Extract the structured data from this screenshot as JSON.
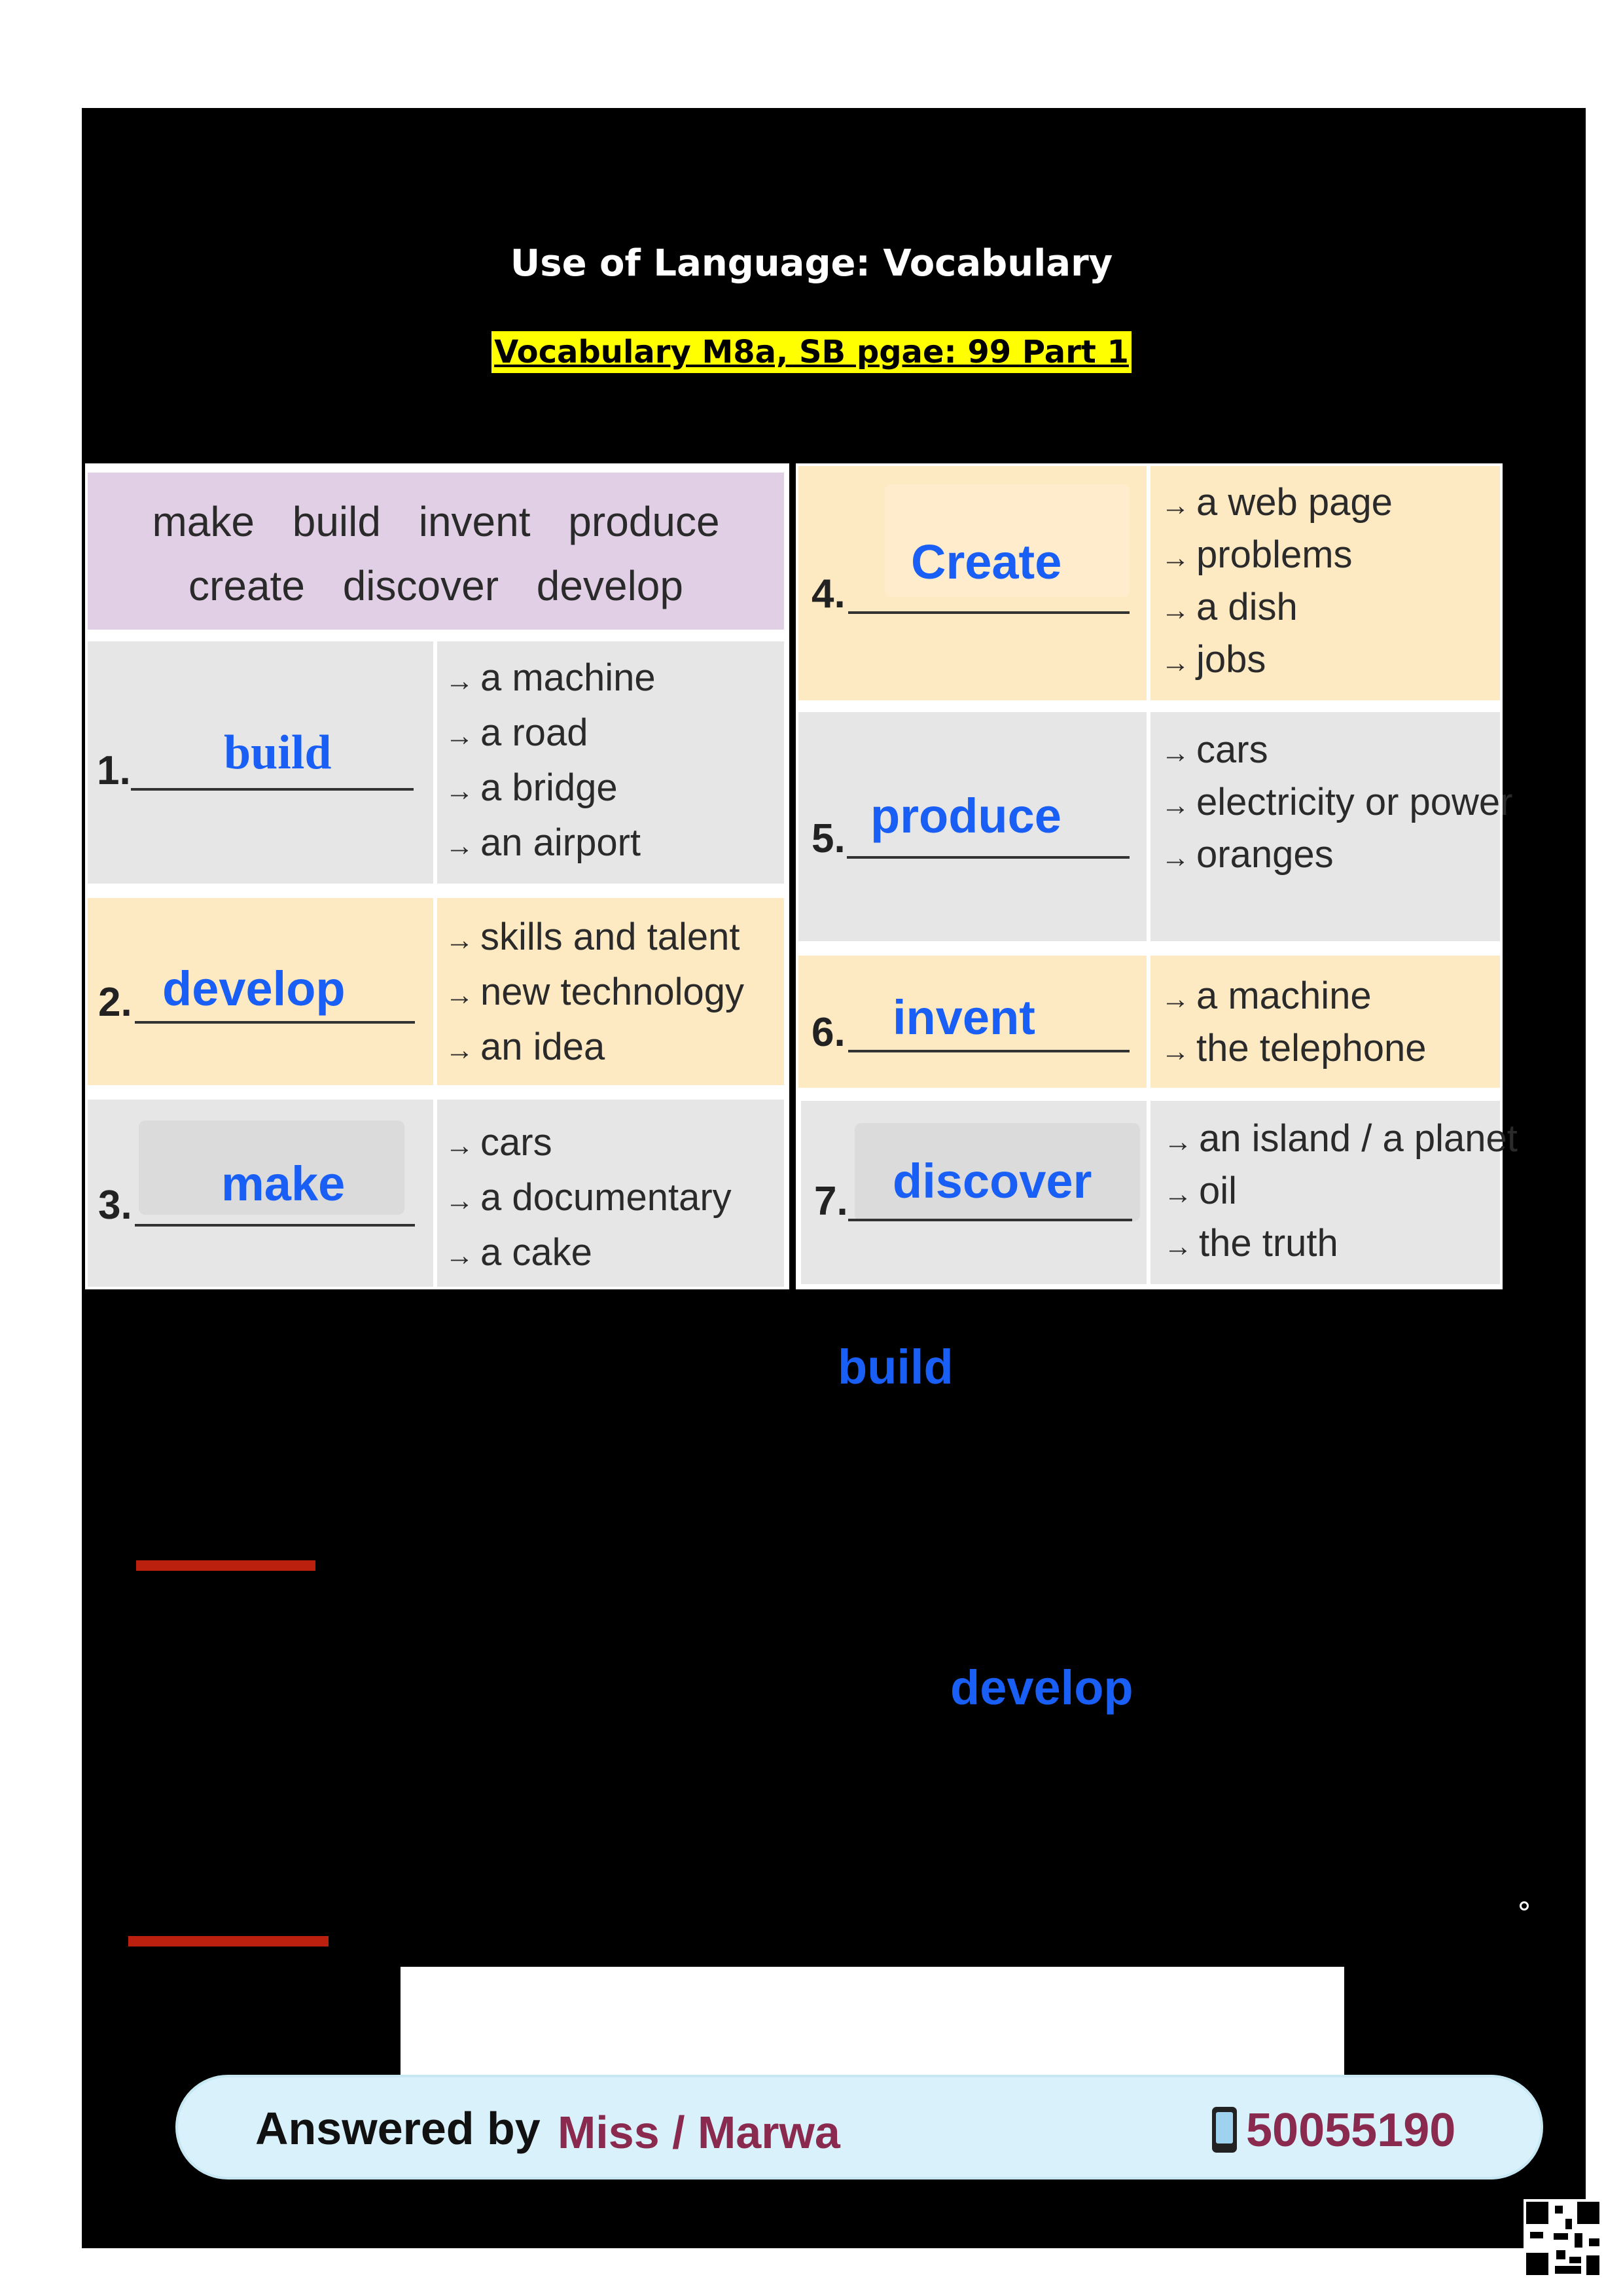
{
  "header": {
    "title": "Use of Language: Vocabulary",
    "subtitle": "Vocabulary M8a, SB pgae: 99 Part 1"
  },
  "word_box": {
    "line1": "make build invent produce",
    "line2": "create discover develop"
  },
  "items": [
    {
      "number": "1.",
      "answer": "build",
      "collocations": [
        "a machine",
        "a road",
        "a bridge",
        "an airport"
      ]
    },
    {
      "number": "2.",
      "answer": "develop",
      "collocations": [
        "skills and talent",
        "new technology",
        "an idea"
      ]
    },
    {
      "number": "3.",
      "answer": "make",
      "collocations": [
        "cars",
        "a documentary",
        "a cake"
      ]
    },
    {
      "number": "4.",
      "answer": "Create",
      "collocations": [
        "a web page",
        "problems",
        "a dish",
        "jobs"
      ]
    },
    {
      "number": "5.",
      "answer": "produce",
      "collocations": [
        "cars",
        "electricity or power",
        "oranges"
      ]
    },
    {
      "number": "6.",
      "answer": "invent",
      "collocations": [
        "a machine",
        "the telephone"
      ]
    },
    {
      "number": "7.",
      "answer": "discover",
      "collocations": [
        "an island / a planet",
        "oil",
        "the truth"
      ]
    }
  ],
  "extra_answers": [
    "build",
    "develop"
  ],
  "arrow_glyph": "→",
  "footer": {
    "label": "Answered by",
    "name": "Miss / Marwa",
    "phone": "50055190"
  },
  "colors": {
    "answer_blue": "#1a5ff5",
    "peach": "#fde9c2",
    "grey": "#e6e6e6",
    "lilac": "#e1cfe6",
    "red_bar": "#bb1f0e",
    "footer_text": "#8a2a4e"
  }
}
